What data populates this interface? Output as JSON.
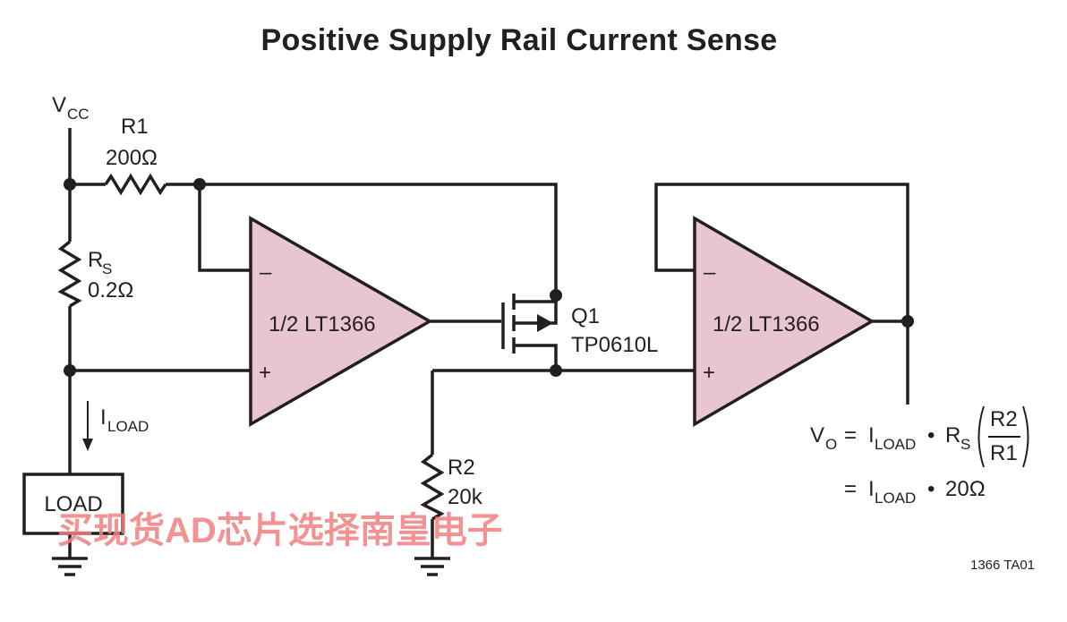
{
  "title": "Positive Supply Rail Current Sense",
  "vcc": {
    "main": "V",
    "sub": "CC"
  },
  "r1": {
    "name": "R1",
    "value": "200Ω"
  },
  "rs": {
    "main": "R",
    "sub": "S",
    "value": "0.2Ω"
  },
  "iload": {
    "main": "I",
    "sub": "LOAD"
  },
  "load_label": "LOAD",
  "opamp1": {
    "label": "1/2 LT1366",
    "minus": "–",
    "plus": "+"
  },
  "opamp2": {
    "label": "1/2 LT1366",
    "minus": "–",
    "plus": "+"
  },
  "q1": {
    "name": "Q1",
    "part": "TP0610L"
  },
  "r2": {
    "name": "R2",
    "value": "20k"
  },
  "equation": {
    "vo": "V",
    "vo_sub": "O",
    "eq": "=",
    "i": "I",
    "i_sub": "LOAD",
    "dot": "•",
    "r": "R",
    "r_sub": "S",
    "num": "R2",
    "den": "R1",
    "line2_i": "I",
    "line2_i_sub": "LOAD",
    "line2_dot": "•",
    "line2_val": "20Ω"
  },
  "figure_id": "1366 TA01",
  "watermark": "买现货AD芯片选择南皇电子"
}
